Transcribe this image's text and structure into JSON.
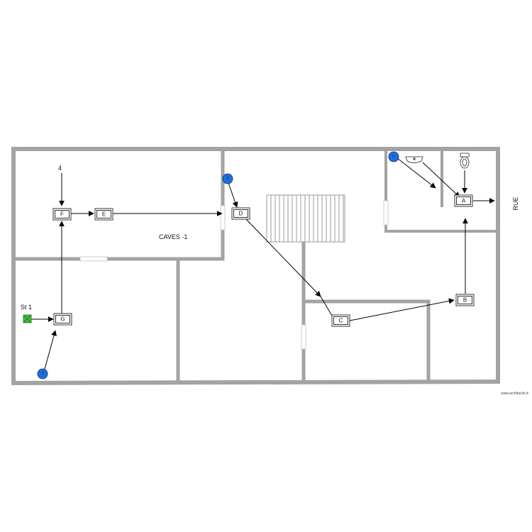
{
  "plan": {
    "room_label": "CAVES -1",
    "street_label": "RUE",
    "station_label": "St 1",
    "inlet_label": "4",
    "watermark": "www.archifacile.fr"
  },
  "boxes": [
    {
      "id": "A",
      "label": "A"
    },
    {
      "id": "B",
      "label": "B"
    },
    {
      "id": "C",
      "label": "C"
    },
    {
      "id": "D",
      "label": "D"
    },
    {
      "id": "E",
      "label": "E"
    },
    {
      "id": "F",
      "label": "F"
    },
    {
      "id": "G",
      "label": "G"
    }
  ],
  "badges": [
    {
      "id": "1",
      "label": "1"
    },
    {
      "id": "2",
      "label": "2"
    },
    {
      "id": "3",
      "label": "3"
    }
  ],
  "colors": {
    "wall": "#a3a3a3",
    "badge": "#1f6fe0",
    "station": "#3fbf3f",
    "arrow": "#000000"
  }
}
